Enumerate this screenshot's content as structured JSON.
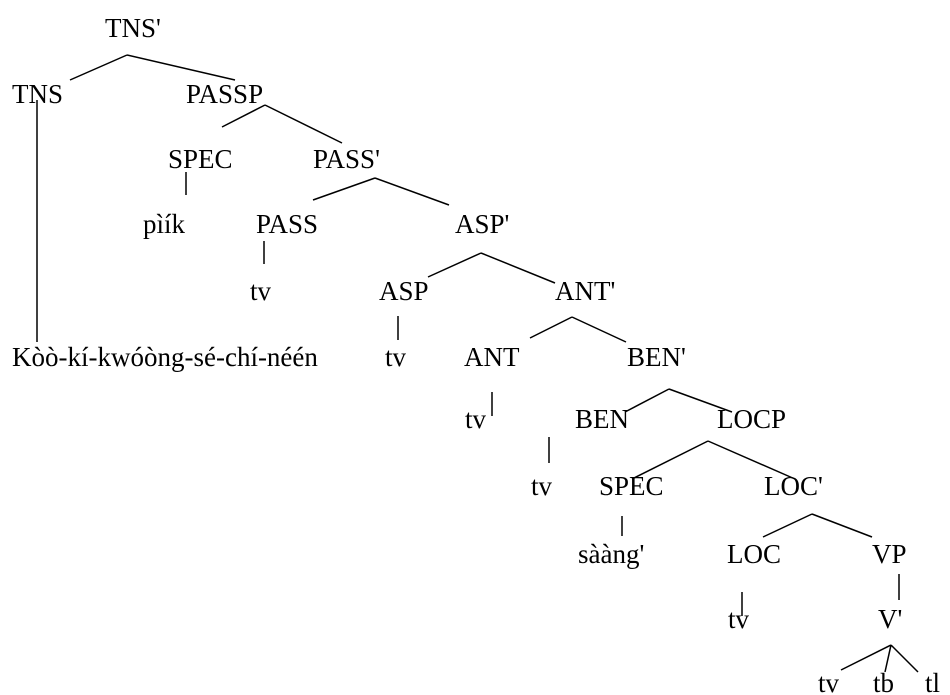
{
  "tree": {
    "nodes": [
      {
        "id": "tns_bar",
        "label": "TNS'"
      },
      {
        "id": "tns",
        "label": "TNS"
      },
      {
        "id": "passp",
        "label": "PASSP"
      },
      {
        "id": "spec_pass",
        "label": "SPEC"
      },
      {
        "id": "pass_bar",
        "label": "PASS'"
      },
      {
        "id": "piik",
        "label": "pìík"
      },
      {
        "id": "pass",
        "label": "PASS"
      },
      {
        "id": "asp_bar",
        "label": "ASP'"
      },
      {
        "id": "tv_pass",
        "label": "tv"
      },
      {
        "id": "asp",
        "label": "ASP"
      },
      {
        "id": "ant_bar",
        "label": "ANT'"
      },
      {
        "id": "verb_word",
        "label": "Kòò-kí-kwóòng-sé-chí-néén"
      },
      {
        "id": "tv_asp",
        "label": "tv"
      },
      {
        "id": "ant",
        "label": "ANT"
      },
      {
        "id": "ben_bar",
        "label": "BEN'"
      },
      {
        "id": "tv_ant",
        "label": "tv"
      },
      {
        "id": "ben",
        "label": "BEN"
      },
      {
        "id": "locp",
        "label": "LOCP"
      },
      {
        "id": "tv_ben",
        "label": "tv"
      },
      {
        "id": "spec_loc",
        "label": "SPEC"
      },
      {
        "id": "loc_bar",
        "label": "LOC'"
      },
      {
        "id": "saang",
        "label": "sààng'"
      },
      {
        "id": "loc",
        "label": "LOC"
      },
      {
        "id": "vp",
        "label": "VP"
      },
      {
        "id": "tv_loc",
        "label": "tv"
      },
      {
        "id": "v_bar",
        "label": "V'"
      },
      {
        "id": "tv_v",
        "label": "tv"
      },
      {
        "id": "tb_v",
        "label": "tb"
      },
      {
        "id": "tl_v",
        "label": "tl"
      }
    ],
    "edges": [
      [
        "tns_bar",
        "tns"
      ],
      [
        "tns_bar",
        "passp"
      ],
      [
        "tns",
        "verb_word"
      ],
      [
        "passp",
        "spec_pass"
      ],
      [
        "passp",
        "pass_bar"
      ],
      [
        "spec_pass",
        "piik"
      ],
      [
        "pass_bar",
        "pass"
      ],
      [
        "pass_bar",
        "asp_bar"
      ],
      [
        "pass",
        "tv_pass"
      ],
      [
        "asp_bar",
        "asp"
      ],
      [
        "asp_bar",
        "ant_bar"
      ],
      [
        "asp",
        "tv_asp"
      ],
      [
        "ant_bar",
        "ant"
      ],
      [
        "ant_bar",
        "ben_bar"
      ],
      [
        "ant",
        "tv_ant"
      ],
      [
        "ben_bar",
        "ben"
      ],
      [
        "ben_bar",
        "locp"
      ],
      [
        "ben",
        "tv_ben"
      ],
      [
        "locp",
        "spec_loc"
      ],
      [
        "locp",
        "loc_bar"
      ],
      [
        "spec_loc",
        "saang"
      ],
      [
        "loc_bar",
        "loc"
      ],
      [
        "loc_bar",
        "vp"
      ],
      [
        "loc",
        "tv_loc"
      ],
      [
        "vp",
        "v_bar"
      ],
      [
        "v_bar",
        "tv_v"
      ],
      [
        "v_bar",
        "tb_v"
      ],
      [
        "v_bar",
        "tl_v"
      ]
    ]
  }
}
